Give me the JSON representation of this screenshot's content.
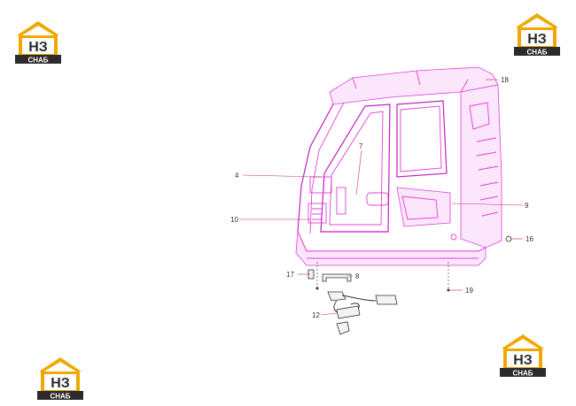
{
  "logo": {
    "brand_mark": "НЗ",
    "brand_caption": "СНАБ",
    "colors": {
      "roof": "#f0a800",
      "dark": "#2b2b2b",
      "white": "#ffffff"
    }
  },
  "callouts": [
    {
      "id": "c4",
      "label": "4"
    },
    {
      "id": "c7",
      "label": "7"
    },
    {
      "id": "c8",
      "label": "8"
    },
    {
      "id": "c9",
      "label": "9"
    },
    {
      "id": "c10",
      "label": "10"
    },
    {
      "id": "c12",
      "label": "12"
    },
    {
      "id": "c16",
      "label": "16"
    },
    {
      "id": "c17",
      "label": "17"
    },
    {
      "id": "c18",
      "label": "18"
    },
    {
      "id": "c19",
      "label": "19"
    }
  ],
  "colors": {
    "cab_outline": "#e040d8",
    "leader": "#c0306a",
    "text": "#333333"
  }
}
